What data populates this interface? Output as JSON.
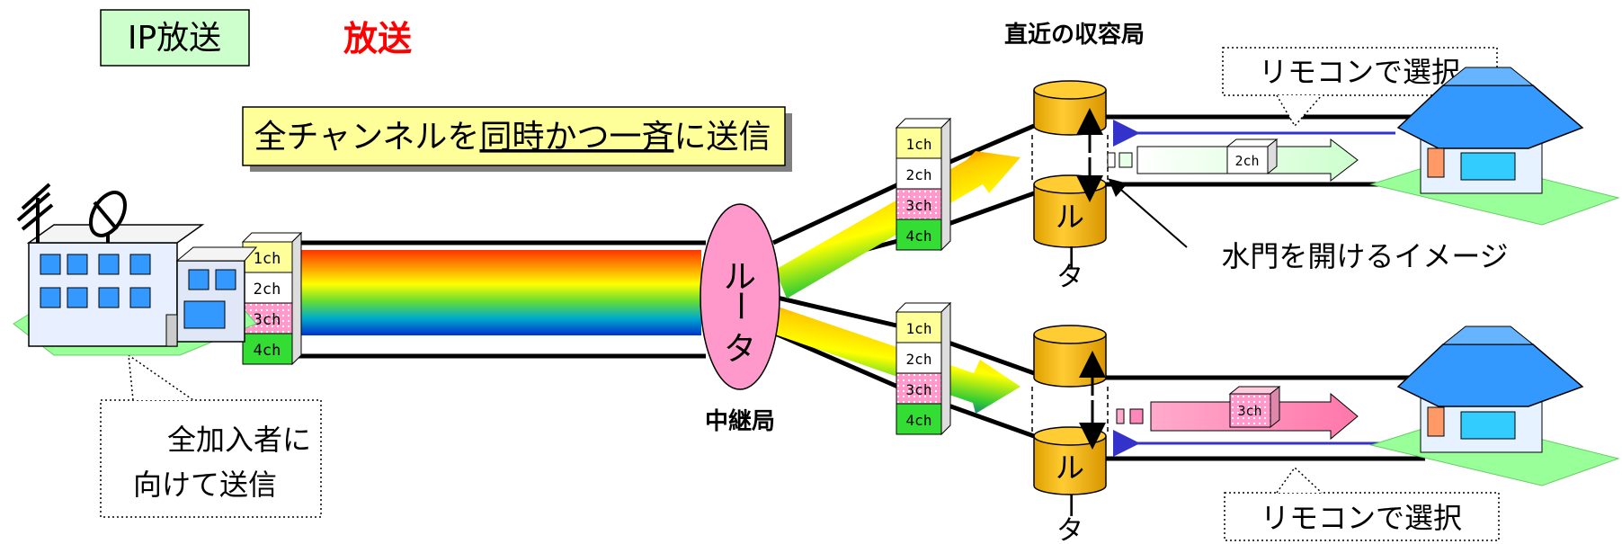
{
  "header": {
    "ip_label": "IP放送",
    "broadcast_label": "放送"
  },
  "banner": {
    "prefix": "全チャンネルを",
    "underlined": "同時かつ一斉",
    "suffix": "に送信"
  },
  "callouts": {
    "all_subscribers_line1": "全加入者に",
    "all_subscribers_line2": "向けて送信",
    "remote_select_top": "リモコンで選択",
    "remote_select_bottom": "リモコンで選択",
    "floodgate": "水門を開けるイメージ"
  },
  "labels": {
    "relay_station": "中継局",
    "nearest_station": "直近の収容局",
    "router_main_1": "ル",
    "router_main_2": "ー",
    "router_main_3": "タ",
    "router_top_1": "ル",
    "router_top_2": "ー",
    "router_top_3": "タ",
    "router_bottom_1": "ル",
    "router_bottom_2": "ー",
    "router_bottom_3": "タ"
  },
  "channels": {
    "ch1": "1ch",
    "ch2": "2ch",
    "ch3": "3ch",
    "ch4": "4ch",
    "selected_top": "2ch",
    "selected_bottom": "3ch"
  },
  "colors": {
    "ch1": "#ffff99",
    "ch2": "#ffffff",
    "ch3": "#ff99cc",
    "ch4": "#33dd33",
    "router_gold": "#ffc000",
    "router_pink": "#ff99cc",
    "arrow_blue": "#3333cc",
    "house_blue": "#3399ff",
    "ground_green": "#99ff99",
    "accent_red": "#ff0000",
    "banner_bg": "#ffff99",
    "ip_box_bg": "#ccffcc"
  },
  "icons": {
    "station": "broadcast-station-icon",
    "antenna": "antenna-icon",
    "dish": "satellite-dish-icon",
    "house": "house-icon"
  }
}
